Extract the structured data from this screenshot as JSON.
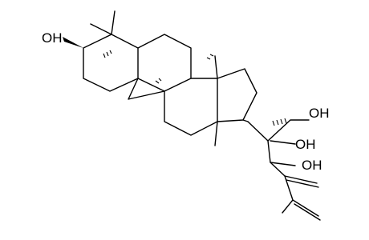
{
  "labels": {
    "oh_c3": "OH",
    "oh_side_top": "OH",
    "oh_side_mid": "OH",
    "oh_side_low": "OH"
  },
  "colors": {
    "ink": "#000000",
    "background": "#ffffff"
  }
}
